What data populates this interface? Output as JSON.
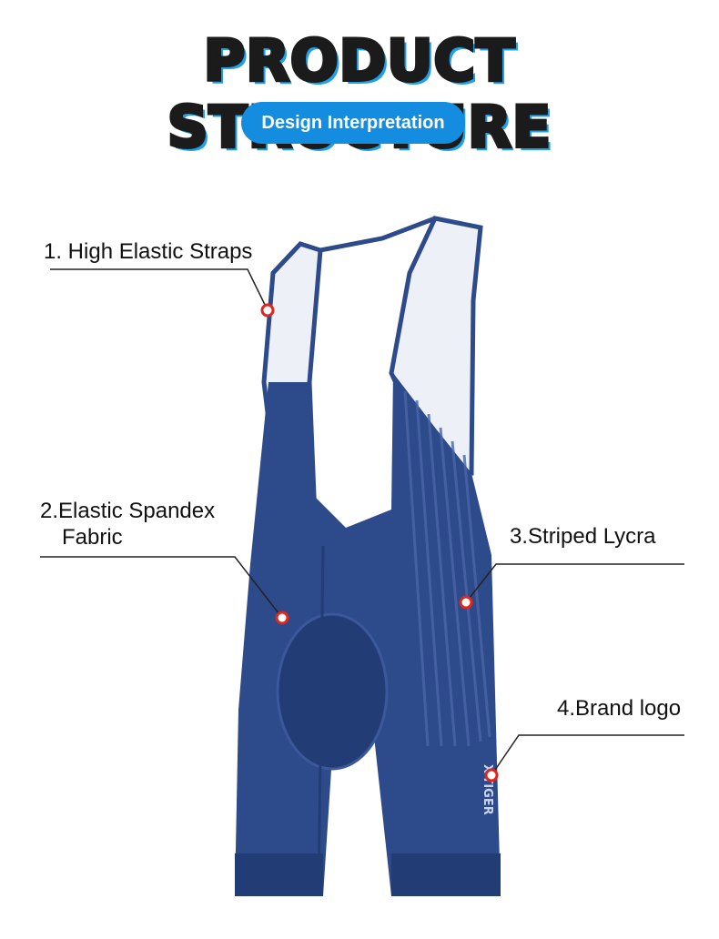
{
  "header": {
    "title": "PRODUCT STRUCTURE",
    "subtitle_pill": "Design Interpretation"
  },
  "callouts": [
    {
      "label": "1. High Elastic Straps"
    },
    {
      "label_line1": "2.Elastic Spandex",
      "label_line2": "Fabric"
    },
    {
      "label": "3.Striped Lycra"
    },
    {
      "label": "4.Brand logo"
    }
  ],
  "product": {
    "logo_text": "X-TIGER",
    "colors": {
      "navy": "#2d4a8a",
      "navy_dark": "#223c75",
      "strap_white": "#eef0f7",
      "accent": "#1fa0e8",
      "marker": "#e0261e"
    }
  }
}
